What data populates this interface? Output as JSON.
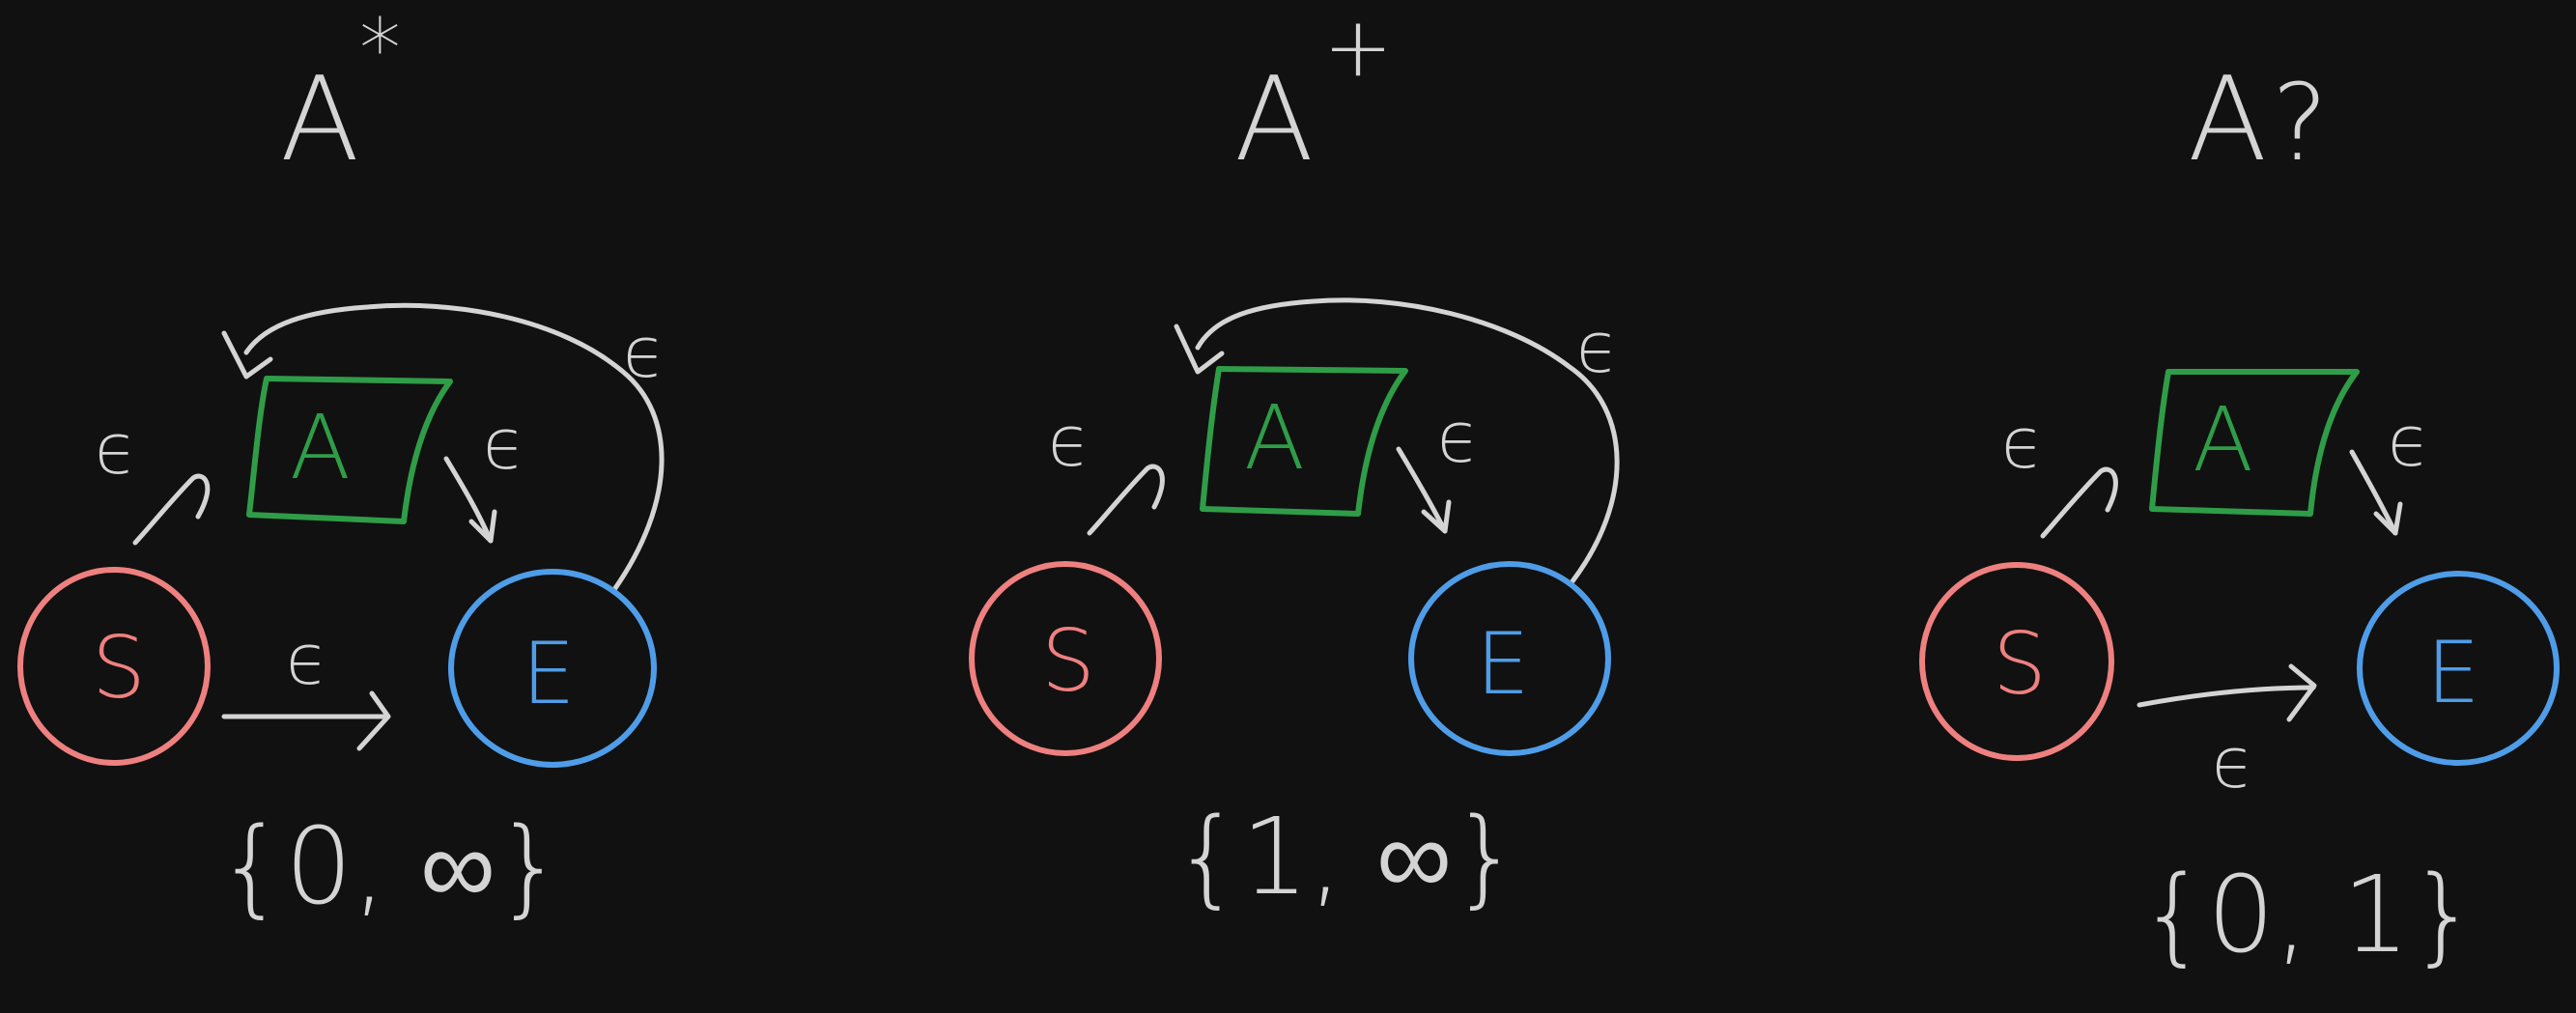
{
  "panels": [
    {
      "id": "star",
      "title_base": "A",
      "title_sup": "*",
      "box_label": "A",
      "start_label": "S",
      "end_label": "E",
      "eps_in": "ϵ",
      "eps_out": "ϵ",
      "eps_loop": "ϵ",
      "eps_skip": "ϵ",
      "range": "{0, ∞}"
    },
    {
      "id": "plus",
      "title_base": "A",
      "title_sup": "+",
      "box_label": "A",
      "start_label": "S",
      "end_label": "E",
      "eps_in": "ϵ",
      "eps_out": "ϵ",
      "eps_loop": "ϵ",
      "range": "{1, ∞}"
    },
    {
      "id": "optional",
      "title_base": "A",
      "title_sup": "?",
      "box_label": "A",
      "start_label": "S",
      "end_label": "E",
      "eps_in": "ϵ",
      "eps_out": "ϵ",
      "eps_skip": "ϵ",
      "range": "{0, 1}"
    }
  ],
  "colors": {
    "background": "#111111",
    "stroke": "#d4d4d4",
    "start_state": "#ef8080",
    "end_state": "#4f9de8",
    "subexpression": "#2f9d48"
  }
}
